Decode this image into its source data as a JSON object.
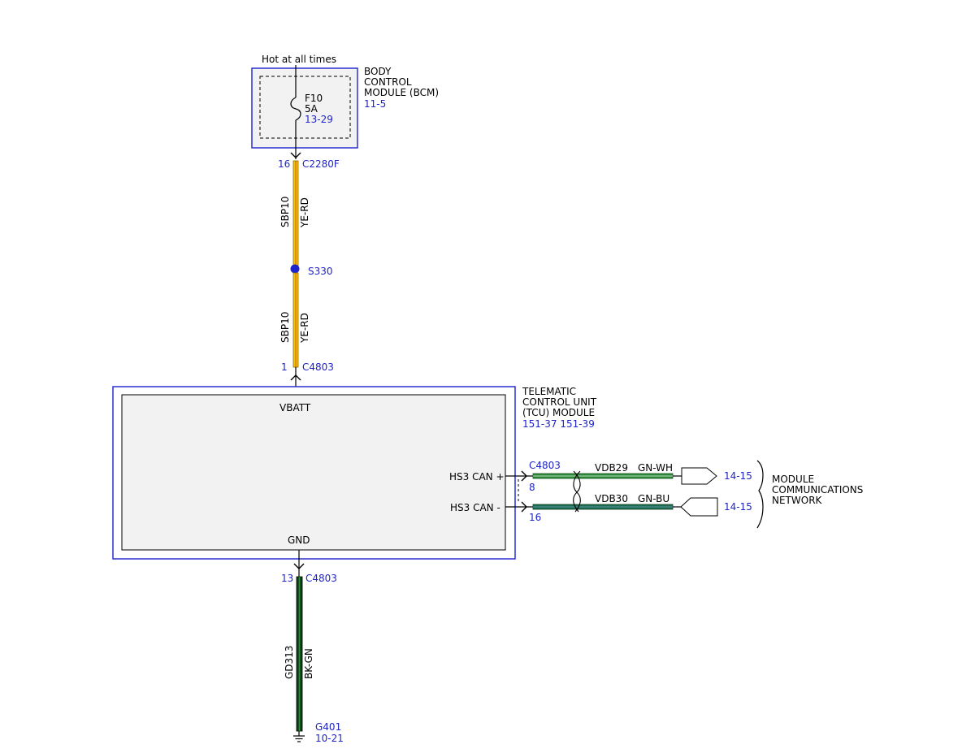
{
  "colors": {
    "module_border": "#2a2fd1",
    "module_fill": "#f2f2f2",
    "reference_text": "#1f24c8",
    "wire_ye_rd_fill": "#f5c400",
    "wire_gn": "#2e8b3a",
    "wire_bk_gn": "#0f3d1a",
    "splice_dot": "#1f24c8"
  },
  "bcm": {
    "supply_label": "Hot at all times",
    "name_lines": [
      "BODY",
      "CONTROL",
      "MODULE (BCM)"
    ],
    "page_ref": "11-5",
    "fuse": {
      "id": "F10",
      "rating": "5A",
      "ref": "13-29"
    }
  },
  "connectors": {
    "c2280f": {
      "pin": "16",
      "name": "C2280F"
    },
    "c4803_vbatt": {
      "pin": "1",
      "name": "C4803"
    },
    "c4803_can_plus": {
      "pin": "8",
      "name": "C4803"
    },
    "c4803_can_minus": {
      "pin": "16"
    },
    "c4803_gnd": {
      "pin": "13",
      "name": "C4803"
    }
  },
  "wires": {
    "sbp10_upper": {
      "circuit": "SBP10",
      "color": "YE-RD"
    },
    "sbp10_lower": {
      "circuit": "SBP10",
      "color": "YE-RD"
    },
    "vdb29": {
      "circuit": "VDB29",
      "color": "GN-WH",
      "ref": "14-15"
    },
    "vdb30": {
      "circuit": "VDB30",
      "color": "GN-BU",
      "ref": "14-15"
    },
    "gd313": {
      "circuit": "GD313",
      "color": "BK-GN"
    }
  },
  "splice": {
    "id": "S330"
  },
  "tcu": {
    "name_lines": [
      "TELEMATIC",
      "CONTROL UNIT",
      "(TCU) MODULE"
    ],
    "page_refs": "151-37  151-39",
    "pin_vbatt": "VBATT",
    "pin_gnd": "GND",
    "pin_can_plus": "HS3 CAN +",
    "pin_can_minus": "HS3 CAN -"
  },
  "network": {
    "name_lines": [
      "MODULE",
      "COMMUNICATIONS",
      "NETWORK"
    ]
  },
  "ground": {
    "id": "G401",
    "ref": "10-21"
  }
}
